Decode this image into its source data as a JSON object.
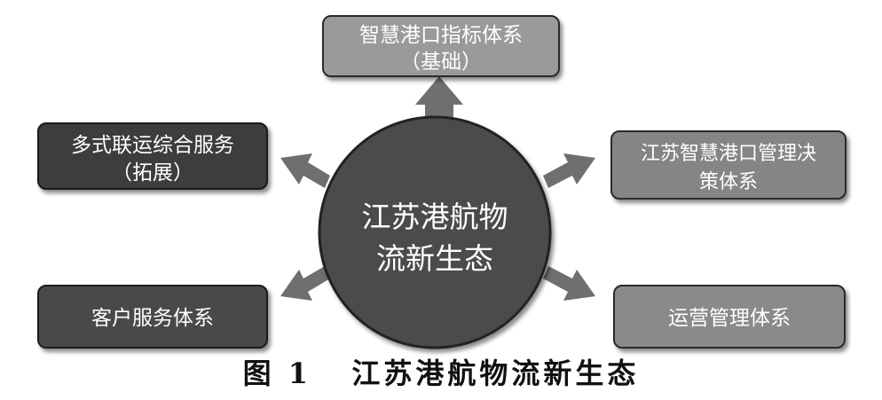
{
  "diagram": {
    "center": {
      "lines": [
        "江苏港航物",
        "流新生态"
      ],
      "fill": "#4b4b4b",
      "stroke": "#222222"
    },
    "nodes": [
      {
        "id": "top",
        "lines": [
          "智慧港口指标体系",
          "（基础）"
        ],
        "fill": "#9a9a9a"
      },
      {
        "id": "upper-left",
        "lines": [
          "多式联运综合服务",
          "（拓展）"
        ],
        "fill": "#3d3d3d"
      },
      {
        "id": "upper-right",
        "lines": [
          "江苏智慧港口管理决",
          "策体系"
        ],
        "fill": "#858585"
      },
      {
        "id": "lower-left",
        "lines": [
          "客户服务体系"
        ],
        "fill": "#4a4a4a"
      },
      {
        "id": "lower-right",
        "lines": [
          "运营管理体系"
        ],
        "fill": "#8a8a8a"
      }
    ],
    "arrow_color": "#6f6f6f"
  },
  "caption": {
    "figure": "图 1",
    "title": "江苏港航物流新生态"
  }
}
